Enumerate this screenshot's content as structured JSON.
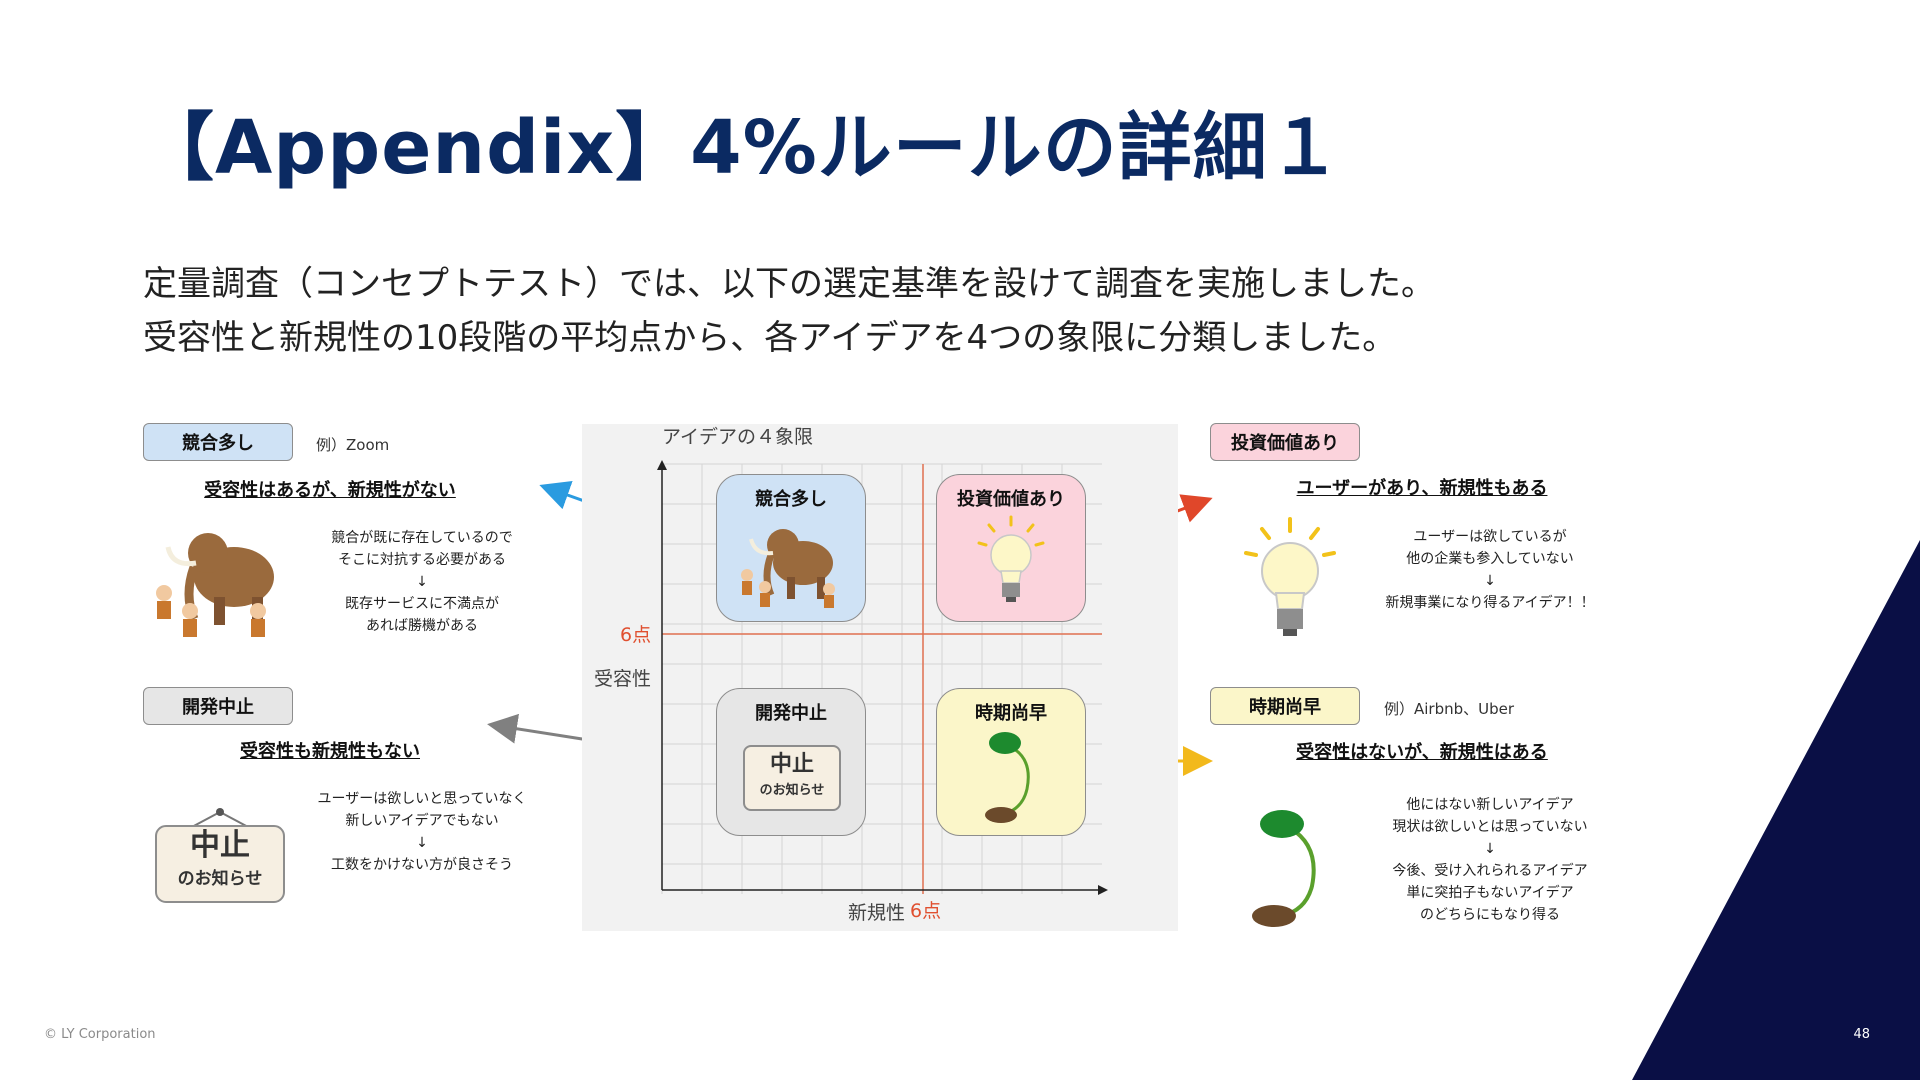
{
  "slide": {
    "title": "【Appendix】4%ルールの詳細１",
    "subtitle_line1": "定量調査（コンセプトテスト）では、以下の選定基準を設けて調査を実施しました。",
    "subtitle_line2": "受容性と新規性の10段階の平均点から、各アイデアを4つの象限に分類しました。",
    "footer": "© LY Corporation",
    "page_number": "48"
  },
  "chart": {
    "title": "アイデアの４象限",
    "y_axis_label": "受容性",
    "x_axis_label": "新規性",
    "threshold_label": "6点",
    "quadrants": {
      "top_left": "競合多し",
      "top_right": "投資価値あり",
      "bottom_left": "開発中止",
      "bottom_right": "時期尚早"
    }
  },
  "panels": {
    "competition": {
      "tag": "競合多し",
      "example": "例）Zoom",
      "heading": "受容性はあるが、新規性がない",
      "desc": [
        "競合が既に存在しているので",
        "そこに対抗する必要がある",
        "↓",
        "既存サービスに不満点が",
        "あれば勝機がある"
      ]
    },
    "invest": {
      "tag": "投資価値あり",
      "heading": "ユーザーがあり、新規性もある",
      "desc": [
        "ユーザーは欲しているが",
        "他の企業も参入していない",
        "↓",
        "新規事業になり得るアイデア！！"
      ]
    },
    "stop": {
      "tag": "開発中止",
      "heading": "受容性も新規性もない",
      "desc": [
        "ユーザーは欲しいと思っていなく",
        "新しいアイデアでもない",
        "↓",
        "工数をかけない方が良さそう"
      ]
    },
    "early": {
      "tag": "時期尚早",
      "example": "例）Airbnb、Uber",
      "heading": "受容性はないが、新規性はある",
      "desc": [
        "他にはない新しいアイデア",
        "現状は欲しいとは思っていない",
        "↓",
        "今後、受け入れられるアイデア",
        "単に突拍子もないアイデア",
        "のどちらにもなり得る"
      ]
    }
  },
  "signboard": {
    "line1": "中止",
    "line2": "のお知らせ"
  },
  "colors": {
    "title": "#0b2a62",
    "competition": "#cfe2f5",
    "invest": "#fbd3dc",
    "stop": "#e6e6e6",
    "early": "#fbf6c9",
    "arrow_blue": "#2a9be0",
    "arrow_red": "#e0472a",
    "arrow_gray": "#808080",
    "arrow_yellow": "#f2b91c",
    "navy_triangle": "#0a0f45"
  }
}
